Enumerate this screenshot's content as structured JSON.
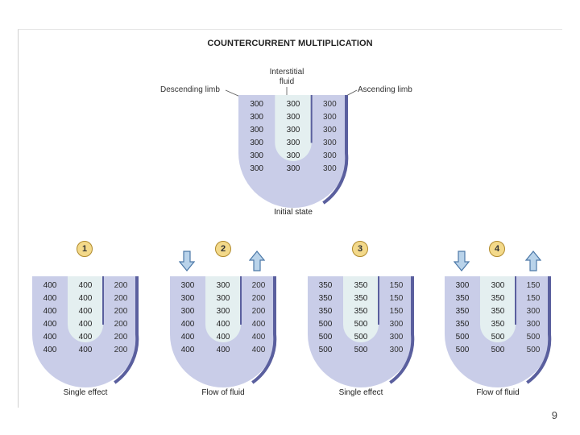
{
  "title": "COUNTERCURRENT MULTIPLICATION",
  "labels": {
    "descending": "Descending limb",
    "interstitial_line1": "Interstitial",
    "interstitial_line2": "fluid",
    "ascending": "Ascending limb"
  },
  "initial": {
    "caption": "Initial state",
    "descending": [
      "300",
      "300",
      "300",
      "300",
      "300",
      "300"
    ],
    "interstitial": [
      "300",
      "300",
      "300",
      "300",
      "300",
      "300"
    ],
    "ascending": [
      "300",
      "300",
      "300",
      "300",
      "300",
      "300"
    ]
  },
  "steps": [
    {
      "badge": "1",
      "caption": "Single effect",
      "arrows": false,
      "descending": [
        "400",
        "400",
        "400",
        "400",
        "400",
        "400"
      ],
      "interstitial": [
        "400",
        "400",
        "400",
        "400",
        "400",
        "400"
      ],
      "ascending": [
        "200",
        "200",
        "200",
        "200",
        "200",
        "200"
      ]
    },
    {
      "badge": "2",
      "caption": "Flow of fluid",
      "arrows": true,
      "descending": [
        "300",
        "300",
        "300",
        "400",
        "400",
        "400"
      ],
      "interstitial": [
        "300",
        "300",
        "300",
        "400",
        "400",
        "400"
      ],
      "ascending": [
        "200",
        "200",
        "200",
        "400",
        "400",
        "400"
      ]
    },
    {
      "badge": "3",
      "caption": "Single effect",
      "arrows": false,
      "descending": [
        "350",
        "350",
        "350",
        "500",
        "500",
        "500"
      ],
      "interstitial": [
        "350",
        "350",
        "350",
        "500",
        "500",
        "500"
      ],
      "ascending": [
        "150",
        "150",
        "150",
        "300",
        "300",
        "300"
      ]
    },
    {
      "badge": "4",
      "caption": "Flow of fluid",
      "arrows": true,
      "descending": [
        "300",
        "350",
        "350",
        "350",
        "500",
        "500"
      ],
      "interstitial": [
        "300",
        "350",
        "350",
        "350",
        "500",
        "500"
      ],
      "ascending": [
        "150",
        "150",
        "300",
        "300",
        "500",
        "500"
      ]
    }
  ],
  "page_number": "9",
  "colors": {
    "tube_fill": "#c9cde8",
    "tube_dark": "#5a5f9e",
    "interstitial_fill": "#e4eff0",
    "badge_fill": "#f3d98a",
    "arrow_fill": "#b9d3ea",
    "arrow_stroke": "#4d79a8"
  }
}
